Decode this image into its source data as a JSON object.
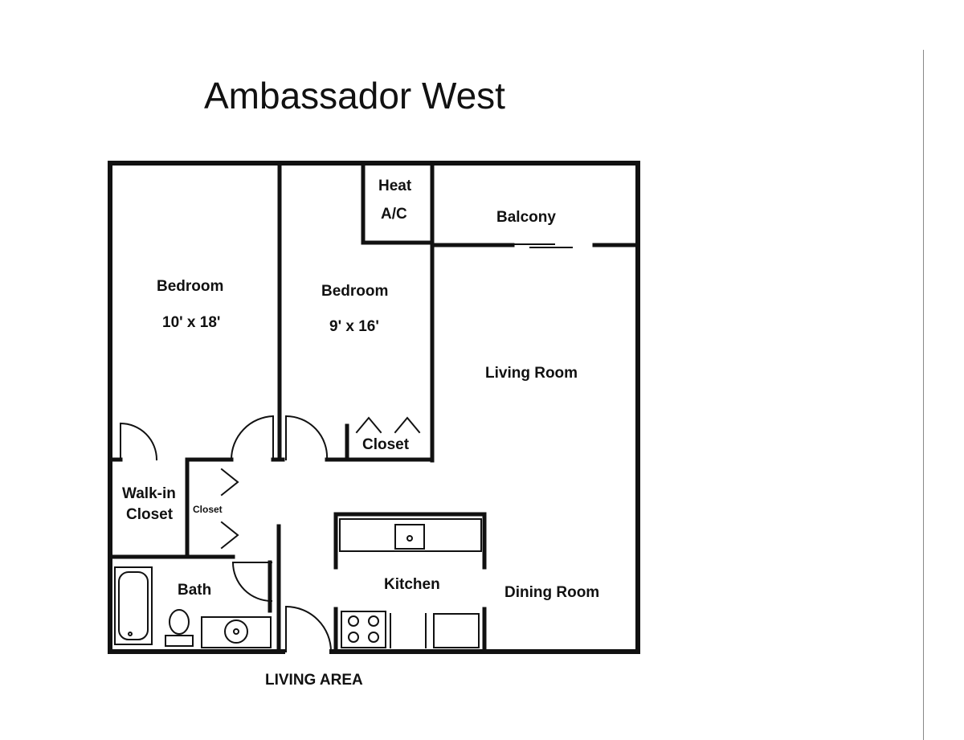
{
  "title": "Ambassador West",
  "footer": "LIVING AREA",
  "rooms": {
    "bedroom1": {
      "name": "Bedroom",
      "size": "10' x 18'"
    },
    "bedroom2": {
      "name": "Bedroom",
      "size": "9' x 16'"
    },
    "heat_ac": {
      "line1": "Heat",
      "line2": "A/C"
    },
    "balcony": "Balcony",
    "living_room": "Living Room",
    "closet_bedroom2": "Closet",
    "walkin_closet": {
      "line1": "Walk-in",
      "line2": "Closet"
    },
    "hall_closet": "Closet",
    "bath": "Bath",
    "kitchen": "Kitchen",
    "dining_room": "Dining Room"
  }
}
